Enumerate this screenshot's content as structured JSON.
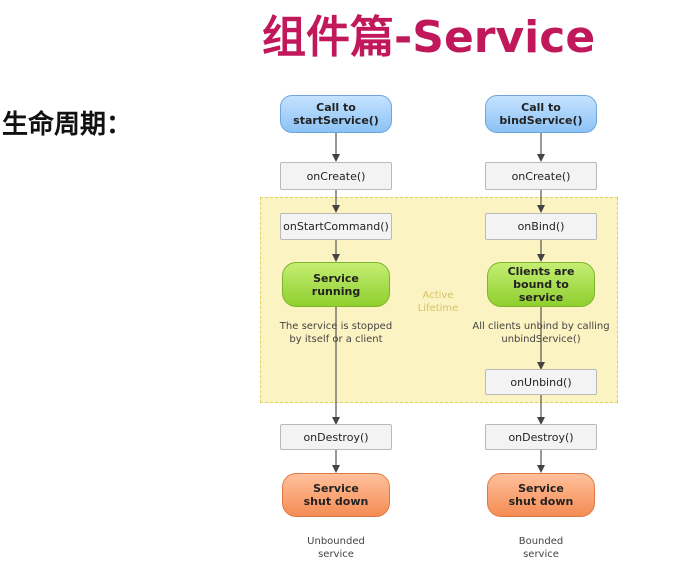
{
  "title": "组件篇-Service",
  "section_label": "生命周期：",
  "diagram": {
    "active_label": "Active\nLifetime",
    "unbounded": {
      "start": "Call to\nstartService()",
      "on_create": "onCreate()",
      "on_start_command": "onStartCommand()",
      "running": "Service\nrunning",
      "note": "The service is stopped\nby itself or a client",
      "on_destroy": "onDestroy()",
      "shut_down": "Service\nshut down",
      "caption": "Unbounded\nservice"
    },
    "bounded": {
      "start": "Call to\nbindService()",
      "on_create": "onCreate()",
      "on_bind": "onBind()",
      "bound": "Clients are\nbound to\nservice",
      "note": "All clients unbind by calling\nunbindService()",
      "on_unbind": "onUnbind()",
      "on_destroy": "onDestroy()",
      "shut_down": "Service\nshut down",
      "caption": "Bounded\nservice"
    }
  }
}
